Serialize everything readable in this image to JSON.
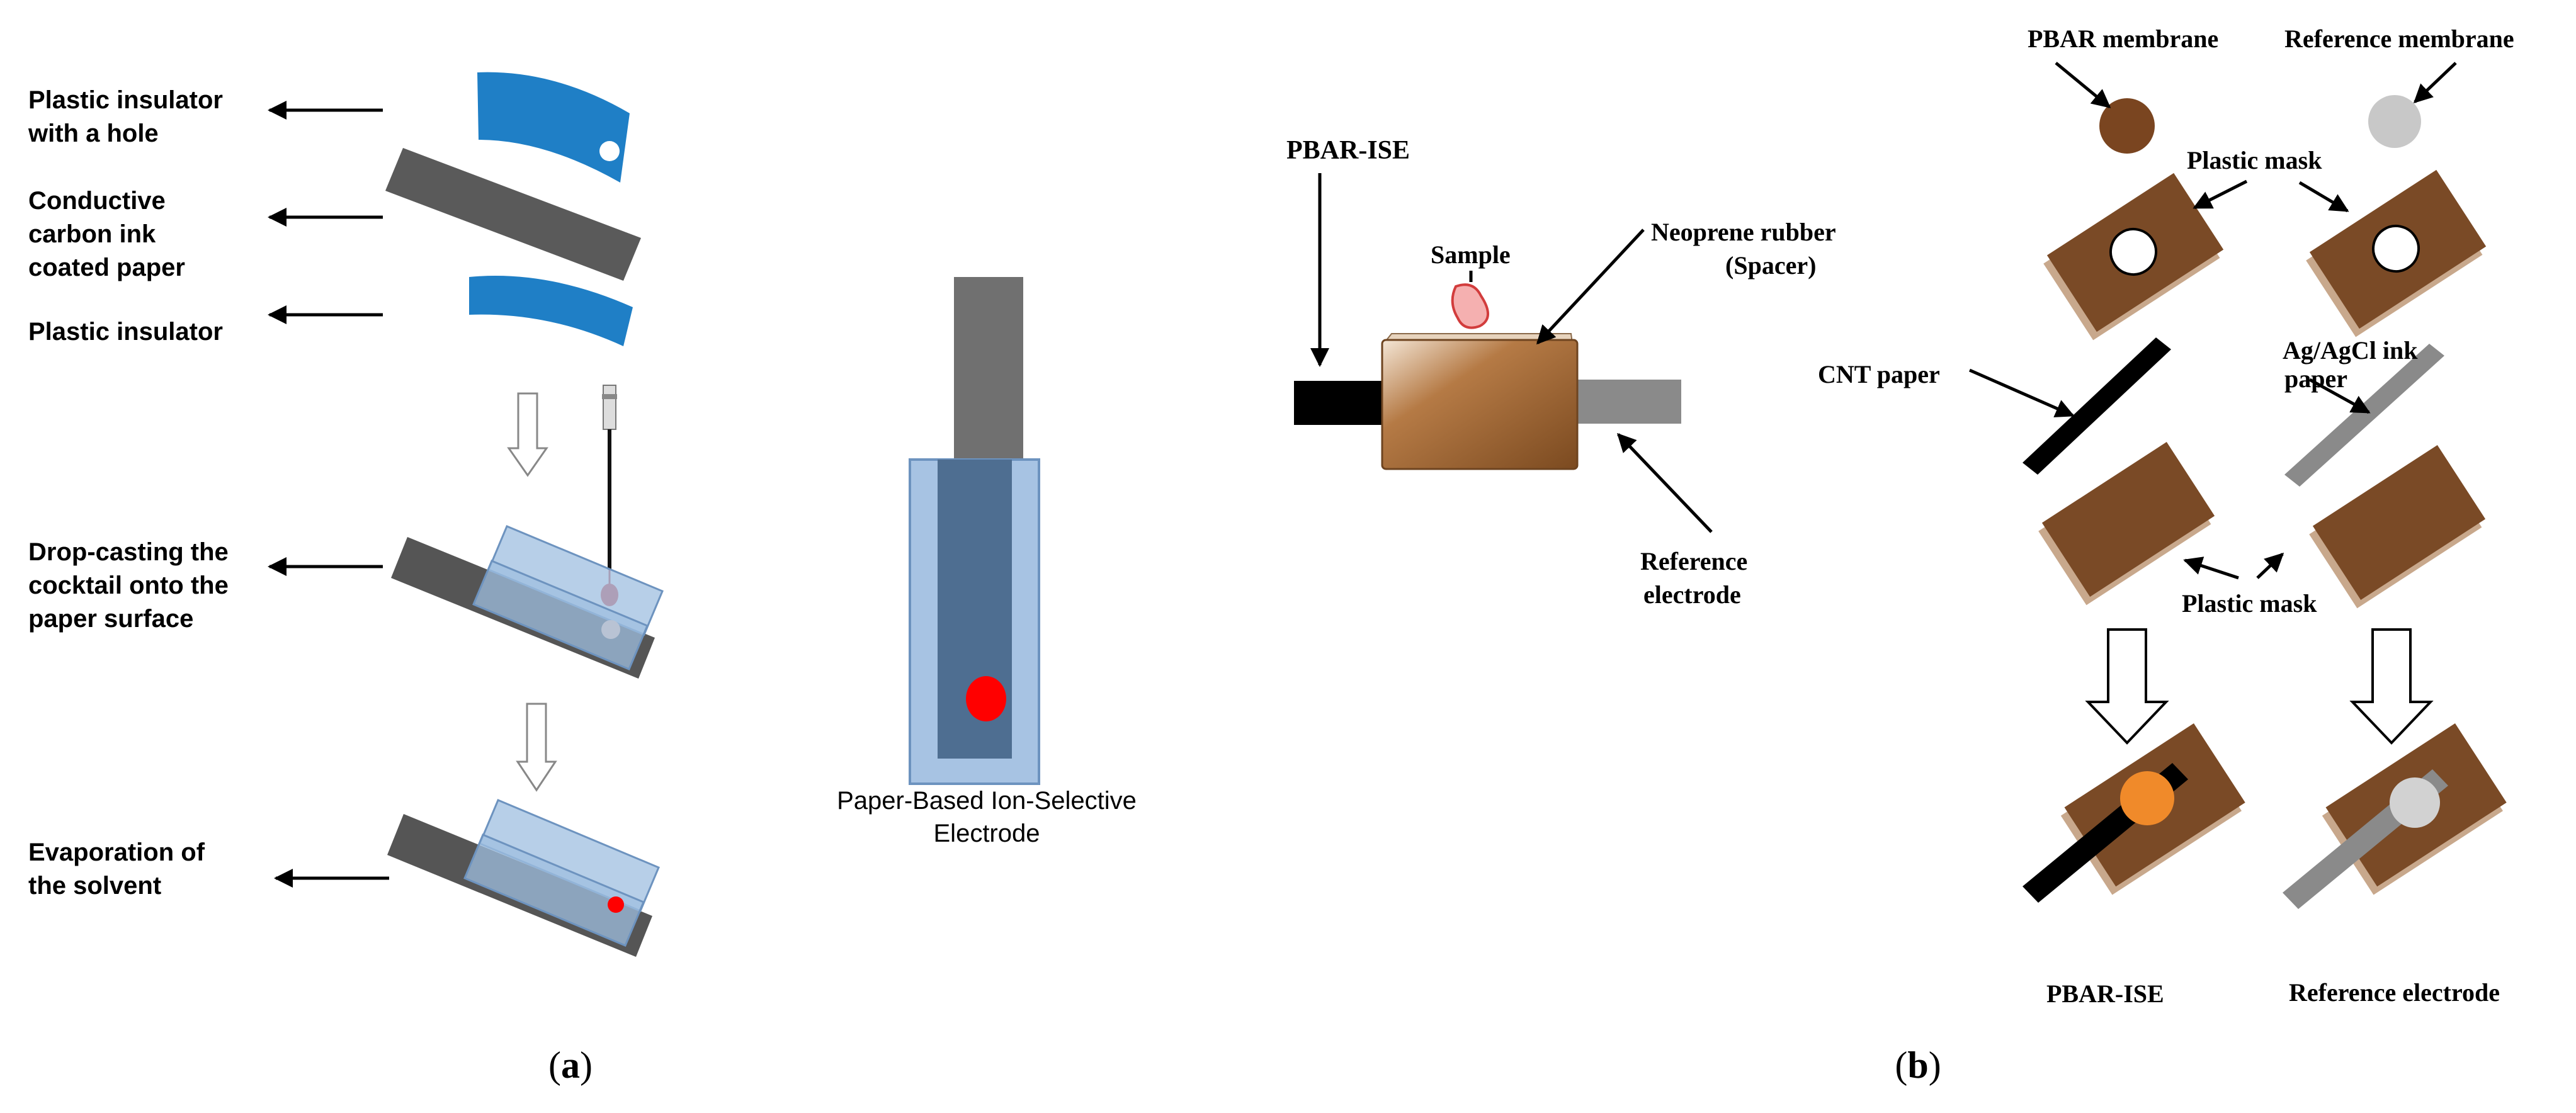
{
  "panel_a": {
    "step_labels": {
      "insulator_hole_line1": "Plastic insulator",
      "insulator_hole_line2": "with a hole",
      "carbon_paper_line1": "Conductive",
      "carbon_paper_line2": "carbon ink",
      "carbon_paper_line3": "coated paper",
      "insulator": "Plastic insulator",
      "dropcast_line1": "Drop-casting the",
      "dropcast_line2": "cocktail onto the",
      "dropcast_line3": "paper surface",
      "evaporation_line1": "Evaporation of",
      "evaporation_line2": "the solvent"
    },
    "device_caption_line1": "Paper-Based Ion-Selective",
    "device_caption_line2": "Electrode",
    "panel_label_open": "(",
    "panel_label_letter": "a",
    "panel_label_close": ")"
  },
  "panel_b": {
    "assembly_labels": {
      "pbar_ise": "PBAR-ISE",
      "sample": "Sample",
      "spacer_line1": "Neoprene rubber",
      "spacer_line2": "(Spacer)",
      "reference_line1": "Reference",
      "reference_line2": "electrode"
    },
    "fabrication_labels": {
      "pbar_membrane": "PBAR membrane",
      "reference_membrane": "Reference membrane",
      "plastic_mask_top": "Plastic mask",
      "cnt_paper": "CNT paper",
      "agcl_line1": "Ag/AgCl ink",
      "agcl_line2": "paper",
      "plastic_mask_bottom": "Plastic mask",
      "result_pbar": "PBAR-ISE",
      "result_reference": "Reference electrode"
    },
    "panel_label_open": "(",
    "panel_label_letter": "b",
    "panel_label_close": ")"
  },
  "colors": {
    "insulator_blue": "#1f7fc6",
    "carbon_grey": "#5a5a5a",
    "light_blue": "#9fbfe0",
    "drop_red": "#ff0000",
    "mask_brown": "#7a4a26",
    "mask_shadow": "#c8a88c",
    "membrane_orange": "#f08a2a",
    "membrane_grey": "#c8c8c8"
  }
}
